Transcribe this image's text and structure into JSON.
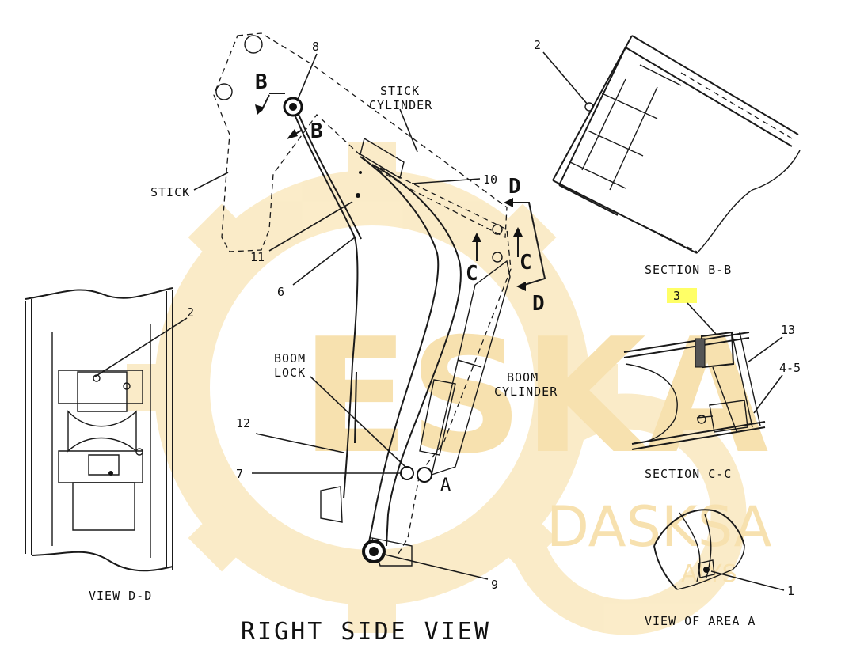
{
  "diagram": {
    "caption_main": "RIGHT SIDE VIEW",
    "caption_view_dd": "VIEW D-D",
    "caption_section_bb": "SECTION B-B",
    "caption_section_cc": "SECTION C-C",
    "caption_view_area_a": "VIEW OF AREA A",
    "label_stick": "STICK",
    "label_stick_cylinder_1": "STICK",
    "label_stick_cylinder_2": "CYLINDER",
    "label_boom_cylinder_1": "BOOM",
    "label_boom_cylinder_2": "CYLINDER",
    "label_boom_lock_1": "BOOM",
    "label_boom_lock_2": "LOCK",
    "section_letters": {
      "b": "B",
      "c": "C",
      "d": "D",
      "a": "A"
    },
    "callouts": {
      "c1": "1",
      "c2": "2",
      "c3": "3",
      "c45": "4-5",
      "c6": "6",
      "c7": "7",
      "c8": "8",
      "c9": "9",
      "c10": "10",
      "c11": "11",
      "c12": "12",
      "c13": "13"
    },
    "highlight_color": "#ffff66",
    "watermark": {
      "line1": "ESKA",
      "line2": "DASKSA",
      "line3": "ALYS",
      "color": "#f5d48a"
    }
  }
}
